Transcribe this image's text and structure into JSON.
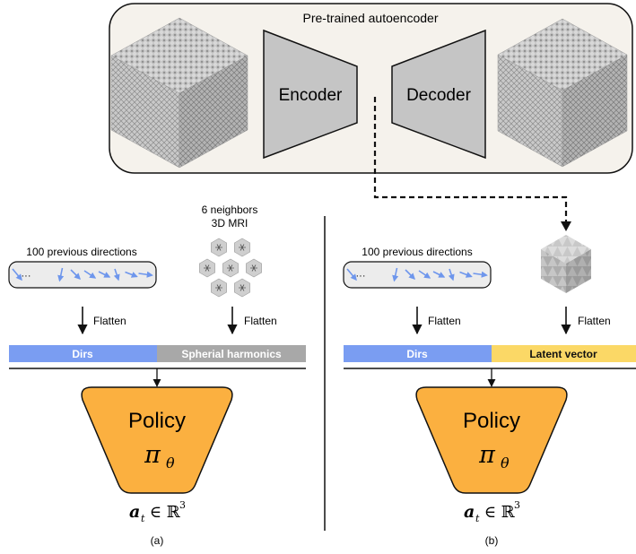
{
  "autoencoder": {
    "title": "Pre-trained autoencoder",
    "encoder_label": "Encoder",
    "decoder_label": "Decoder"
  },
  "panel_a": {
    "dirs_title": "100 previous directions",
    "ellipsis": "···",
    "neighbors_line1": "6 neighbors",
    "neighbors_line2": "3D MRI",
    "flatten_left": "Flatten",
    "flatten_right": "Flatten",
    "bar_left": "Dirs",
    "bar_right": "Spherial harmonics",
    "policy_label": "Policy",
    "policy_symbol": "π",
    "policy_subscript": "θ",
    "output_math": "a",
    "output_sub": "t",
    "output_rest": " ∈ ℝ",
    "output_sup": "3",
    "caption": "(a)"
  },
  "panel_b": {
    "dirs_title": "100 previous directions",
    "ellipsis": "···",
    "flatten_left": "Flatten",
    "flatten_right": "Flatten",
    "bar_left": "Dirs",
    "bar_right": "Latent vector",
    "policy_label": "Policy",
    "policy_symbol": "π",
    "policy_subscript": "θ",
    "output_math": "a",
    "output_sub": "t",
    "output_rest": " ∈ ℝ",
    "output_sup": "3",
    "caption": "(b)"
  },
  "colors": {
    "container_fill": "#f5f2ec",
    "trapezoid_gray": "#c5c5c5",
    "dirs_blue": "#7a9df2",
    "sh_gray": "#a8a8a8",
    "latent_yellow": "#fbd866",
    "policy_orange": "#fbb040",
    "arrow_blue": "#6e96ec"
  }
}
